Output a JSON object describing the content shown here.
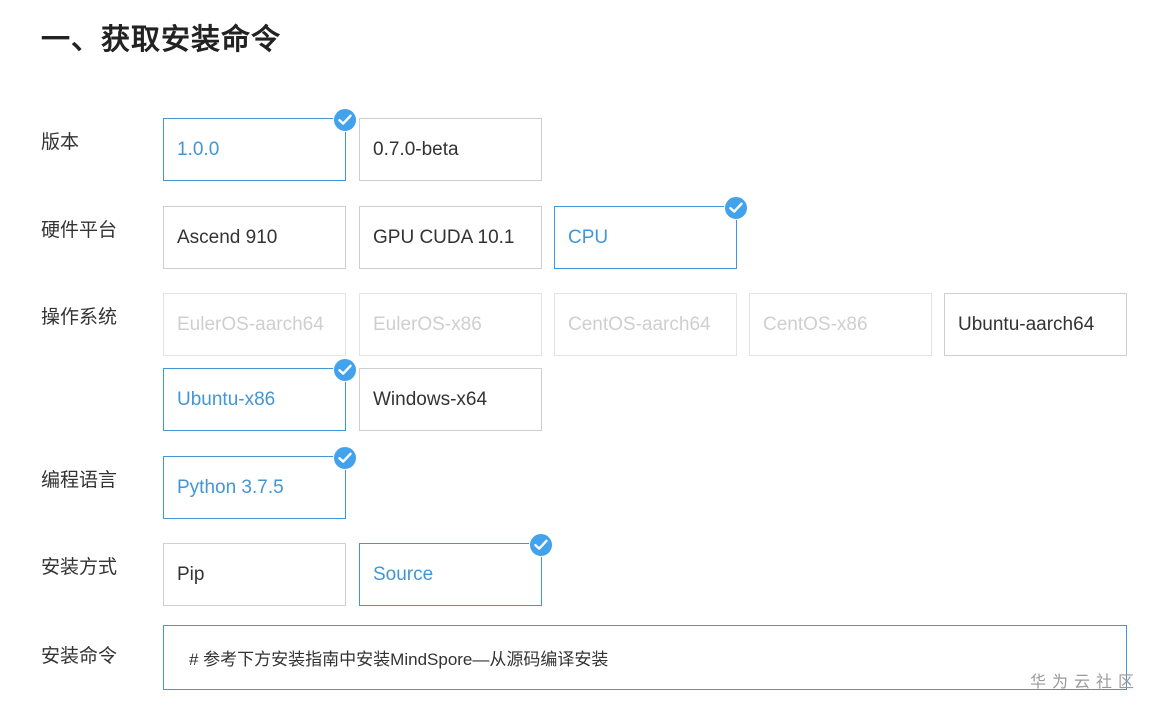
{
  "title": "一、获取安装命令",
  "version": {
    "label": "版本",
    "options": [
      {
        "label": "1.0.0",
        "state": "selected"
      },
      {
        "label": "0.7.0-beta",
        "state": "normal"
      }
    ]
  },
  "hardware": {
    "label": "硬件平台",
    "options": [
      {
        "label": "Ascend 910",
        "state": "normal"
      },
      {
        "label": "GPU CUDA 10.1",
        "state": "normal"
      },
      {
        "label": "CPU",
        "state": "selected"
      }
    ]
  },
  "os": {
    "label": "操作系统",
    "options": [
      {
        "label": "EulerOS-aarch64",
        "state": "disabled"
      },
      {
        "label": "EulerOS-x86",
        "state": "disabled"
      },
      {
        "label": "CentOS-aarch64",
        "state": "disabled"
      },
      {
        "label": "CentOS-x86",
        "state": "disabled"
      },
      {
        "label": "Ubuntu-aarch64",
        "state": "normal"
      },
      {
        "label": "Ubuntu-x86",
        "state": "selected"
      },
      {
        "label": "Windows-x64",
        "state": "normal"
      }
    ]
  },
  "language": {
    "label": "编程语言",
    "options": [
      {
        "label": "Python 3.7.5",
        "state": "selected"
      }
    ]
  },
  "install_method": {
    "label": "安装方式",
    "options": [
      {
        "label": "Pip",
        "state": "normal"
      },
      {
        "label": "Source",
        "state": "selected"
      }
    ]
  },
  "install_command": {
    "label": "安装命令",
    "value": "# 参考下方安装指南中安装MindSpore—从源码编译安装"
  },
  "watermark": "华为云社区",
  "colors": {
    "accent": "#4296d6",
    "check_badge": "#43a2ec",
    "disabled_text": "#cfcfcf",
    "border": "#cfcfcf"
  },
  "icons": {
    "selected_badge": "check-circle-icon"
  }
}
